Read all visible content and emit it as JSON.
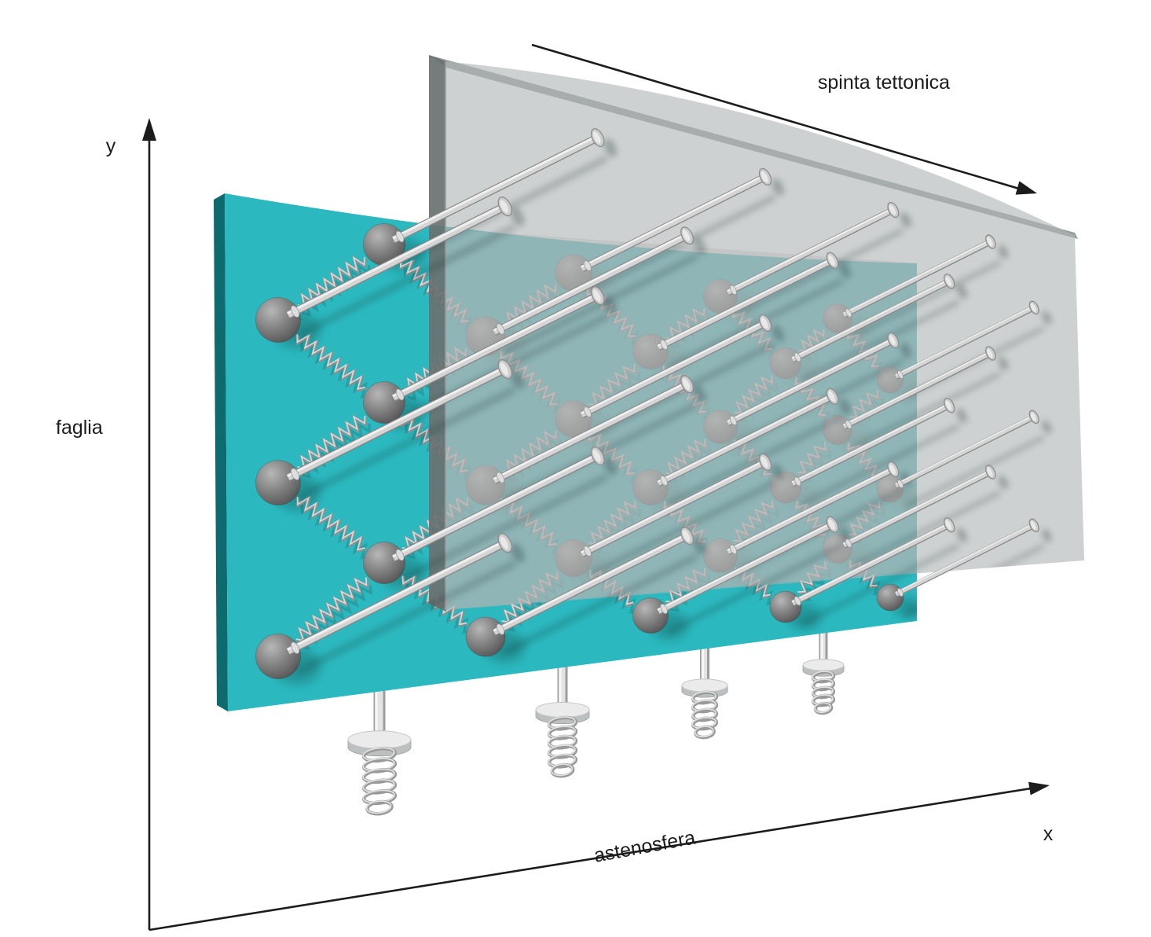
{
  "figure": {
    "type": "physics-model-diagram",
    "axis_labels": {
      "vertical": "y",
      "horizontal": "x"
    },
    "annotations": {
      "fault": "faglia",
      "asthenosphere": "astenosfera",
      "tectonic_push": "spinta tettonica"
    },
    "colors": {
      "background": "#ffffff",
      "ink": "#1c1c1c",
      "fault_plate": "#2bb9bf",
      "fault_plate_edge": "#0d6b70",
      "driver_plate": "#b0b4b4",
      "driver_plate_edge": "#6a7171",
      "block_sphere": "#6f6f6f",
      "metal_light": "#d8d8d8",
      "metal_dark": "#8f8f8f"
    }
  }
}
